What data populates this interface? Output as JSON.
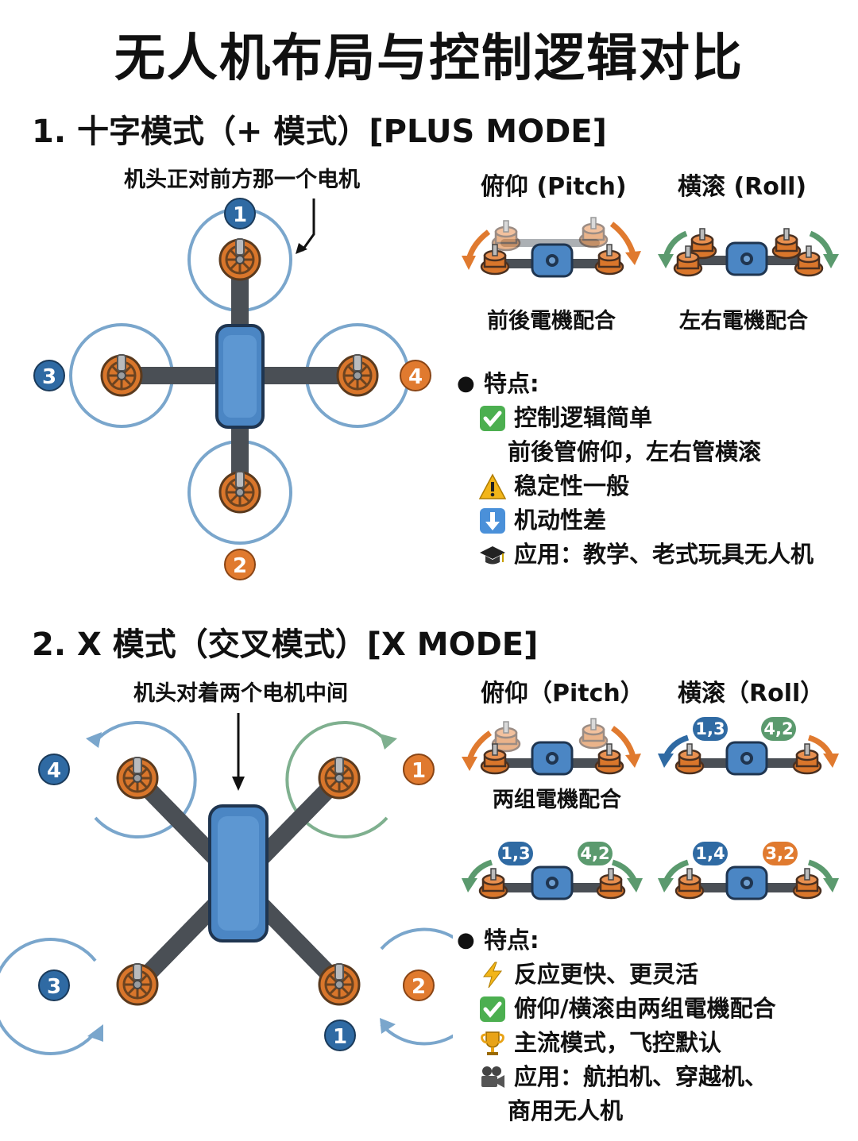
{
  "title": "无人机布局与控制逻辑对比",
  "colors": {
    "blue": "#2f6aa3",
    "orange": "#e07a2f",
    "green": "#5b9a6e",
    "arm": "#4a4f55",
    "body": "#4b86c4",
    "ring_blue": "#7aa6cc",
    "ring_green": "#7fb08f"
  },
  "plus": {
    "heading": "1. 十字模式（+ 模式）[PLUS MODE]",
    "callout": "机头正对前方那一个电机",
    "motor_labels": [
      "1",
      "2",
      "3",
      "4"
    ],
    "pitch_label": "俯仰 (Pitch)",
    "roll_label": "横滚 (Roll)",
    "pitch_caption": "前後電機配合",
    "roll_caption": "左右電機配合",
    "features_title": "特点:",
    "features": [
      {
        "icon": "check-icon",
        "text": "控制逻辑简单"
      },
      {
        "icon": "",
        "text": "前後管俯仰，左右管横滚"
      },
      {
        "icon": "warning-icon",
        "text": "稳定性一般"
      },
      {
        "icon": "down-arrow-icon",
        "text": "机动性差"
      },
      {
        "icon": "graduation-cap-icon",
        "text": "应用：教学、老式玩具无人机"
      }
    ]
  },
  "x": {
    "heading": "2. X 模式（交叉模式）[X MODE]",
    "callout": "机头对着两个电机中间",
    "motor_labels": [
      "4",
      "1",
      "3",
      "2",
      "1"
    ],
    "pitch_label": "俯仰（Pitch）",
    "roll_label": "横滚（Roll）",
    "pitch_caption": "两组電機配合",
    "roll_tags": [
      "1,3",
      "4,2"
    ],
    "mini_tags_a": [
      "1,3",
      "4,2"
    ],
    "mini_tags_b": [
      "1,4",
      "3,2"
    ],
    "features_title": "特点:",
    "features": [
      {
        "icon": "lightning-icon",
        "text": "反应更快、更灵活"
      },
      {
        "icon": "check-icon",
        "text": "俯仰/横滚由两组電機配合"
      },
      {
        "icon": "trophy-icon",
        "text": "主流模式，飞控默认"
      },
      {
        "icon": "camera-icon",
        "text": "应用：航拍机、穿越机、"
      },
      {
        "icon": "",
        "text": "商用无人机"
      }
    ]
  }
}
